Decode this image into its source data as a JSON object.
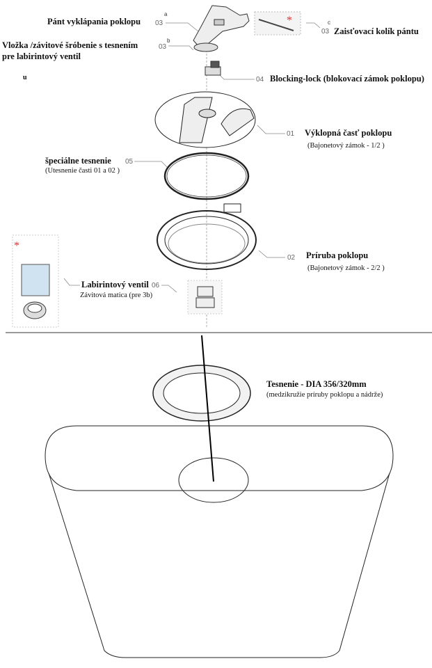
{
  "parts": {
    "hinge": {
      "number": "03",
      "suffix": "a",
      "label": "Pánt vyklápania poklopu"
    },
    "insert": {
      "number": "03",
      "suffix": "b",
      "label_line1": "Vložka /závitové šróbenie s tesnením",
      "label_line2": "pre labirintový ventil"
    },
    "stray_mark": "u",
    "pin": {
      "number": "03",
      "suffix": "c",
      "label": "Zaisťovací kolík pántu"
    },
    "lock": {
      "number": "04",
      "label": "Blocking-lock (blokovací zámok poklopu)"
    },
    "lid": {
      "number": "01",
      "label": "Výklopná časť poklopu",
      "sub": "(Bajonetový zámok - 1/2 )"
    },
    "seal": {
      "number": "05",
      "label": "špeciálne tesnenie",
      "sub": "(Utesnenie časti  01 a 02 )"
    },
    "flange": {
      "number": "02",
      "label": "Príruba poklopu",
      "sub": "(Bajonetový zámok - 2/2 )"
    },
    "valve": {
      "number": "06",
      "label": "Labirintový ventil",
      "sub": "Závitová matica (pre 3b)"
    },
    "gasket": {
      "label": "Tesnenie -  DIA 356/320mm",
      "sub": "(medzikružie príruby poklopu a nádrže)"
    }
  },
  "colors": {
    "star": "#e03030",
    "lines": "#888888",
    "outline": "#222222"
  }
}
